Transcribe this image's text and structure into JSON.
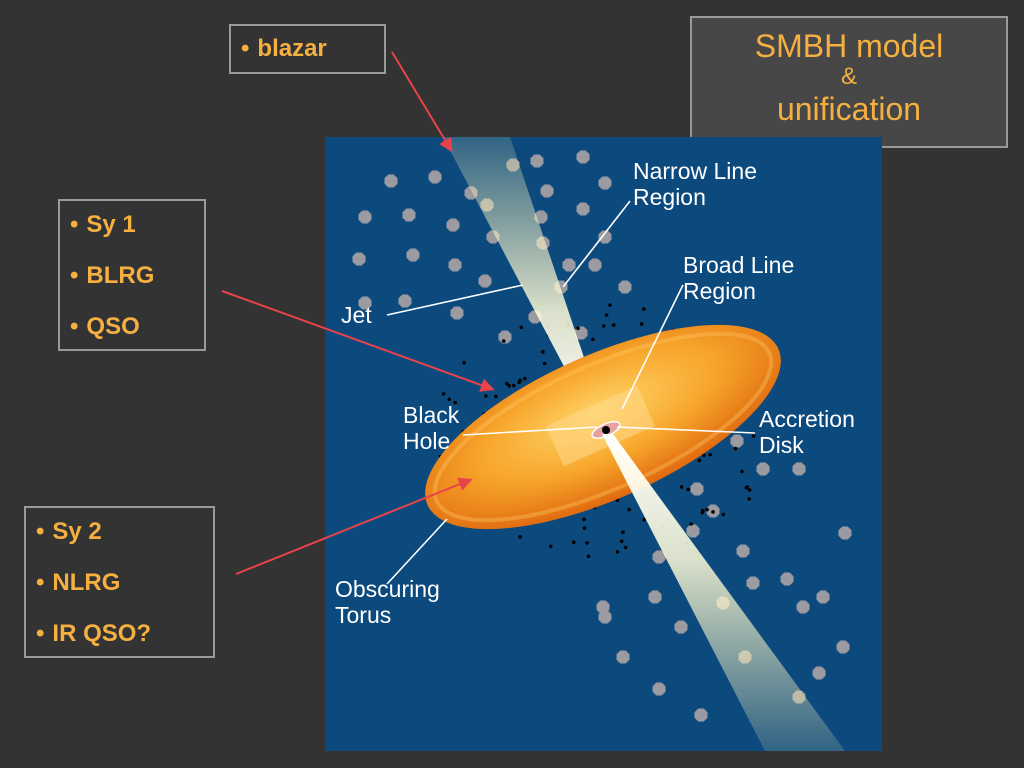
{
  "title": {
    "line1": "SMBH model",
    "line2": "&",
    "line3": "unification"
  },
  "blazar_box": {
    "items": [
      "blazar"
    ]
  },
  "type1_box": {
    "items": [
      "Sy 1",
      "BLRG",
      "QSO"
    ]
  },
  "type2_box": {
    "items": [
      "Sy 2",
      "NLRG",
      "IR QSO?"
    ]
  },
  "bullet_symbol": "•",
  "diagram": {
    "labels": {
      "narrow_line_1": "Narrow Line",
      "narrow_line_2": "Region",
      "broad_line_1": "Broad Line",
      "broad_line_2": "Region",
      "jet": "Jet",
      "black_hole_1": "Black",
      "black_hole_2": "Hole",
      "accretion_1": "Accretion",
      "accretion_2": "Disk",
      "torus_1": "Obscuring",
      "torus_2": "Torus"
    }
  },
  "colors": {
    "background": "#333333",
    "accent_text": "#f5b041",
    "arrow": "#e8434a",
    "diagram_bg": "#0c4a7e",
    "torus": "#f08a1c"
  }
}
